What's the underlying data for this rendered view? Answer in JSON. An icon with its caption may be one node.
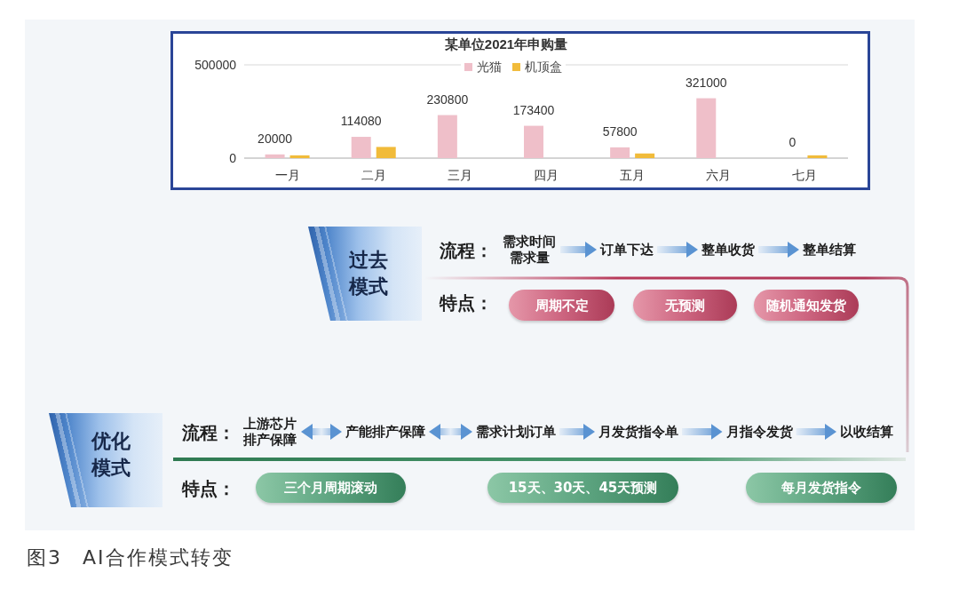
{
  "diagram": {
    "caption": "图3 AI合作模式转变",
    "nodes": [
      {
        "text": [
          "过去模式"
        ]
      },
      {
        "text": [
          "需求时间需求量"
        ]
      },
      {
        "text": [
          "订单下达"
        ]
      },
      {
        "text": [
          "整单收货"
        ]
      },
      {
        "text": [
          "整单结算"
        ]
      },
      {
        "text": [
          "周期不定"
        ]
      },
      {
        "text": [
          "无预测"
        ]
      },
      {
        "text": [
          "随机通知发货"
        ]
      },
      {
        "text": [
          "优化模式"
        ]
      },
      {
        "text": [
          "上游芯片排产保障"
        ]
      },
      {
        "text": [
          "产能排产保障"
        ]
      },
      {
        "text": [
          "需求计划订单"
        ]
      },
      {
        "text": [
          "月发货指令单"
        ]
      },
      {
        "text": [
          "月指令发货"
        ]
      },
      {
        "text": [
          "以收结算"
        ]
      },
      {
        "text": [
          "三个月周期滚动"
        ]
      },
      {
        "text": [
          "15天、30天、45天预测"
        ]
      },
      {
        "text": [
          "每月发货指令"
        ]
      }
    ],
    "edges": [
      {
        "from": 1,
        "to": 2,
        "arrow": "to"
      },
      {
        "from": 2,
        "to": 3,
        "arrow": "to"
      },
      {
        "from": 3,
        "to": 4,
        "arrow": "to"
      },
      {
        "from": 9,
        "to": 10,
        "arrow": "both"
      },
      {
        "from": 10,
        "to": 11,
        "arrow": "both"
      },
      {
        "from": 11,
        "to": 12,
        "arrow": "to"
      },
      {
        "from": 12,
        "to": 13,
        "arrow": "to"
      },
      {
        "from": 13,
        "to": 14,
        "arrow": "to"
      }
    ],
    "labels": [
      "流程：",
      "特点：",
      "流程：",
      "特点："
    ],
    "chart_data": {
      "type": "bar",
      "title": "某单位2021年申购量",
      "legend": "top",
      "categories": [
        "一月",
        "二月",
        "三月",
        "四月",
        "五月",
        "六月",
        "七月"
      ],
      "series": [
        {
          "name": "光猫",
          "color": "#efbfc9",
          "values": [
            20000,
            114080,
            230800,
            173400,
            57800,
            321000,
            0
          ]
        },
        {
          "name": "机顶盒",
          "color": "#f1bb3a",
          "values": [
            15000,
            60000,
            0,
            0,
            25000,
            0,
            15000
          ]
        }
      ],
      "ylim": [
        0,
        500000
      ],
      "yticks": [
        0,
        500000
      ],
      "value_labels": [
        "20000",
        "114080",
        "230800",
        "173400",
        "57800",
        "321000",
        "0"
      ]
    }
  }
}
